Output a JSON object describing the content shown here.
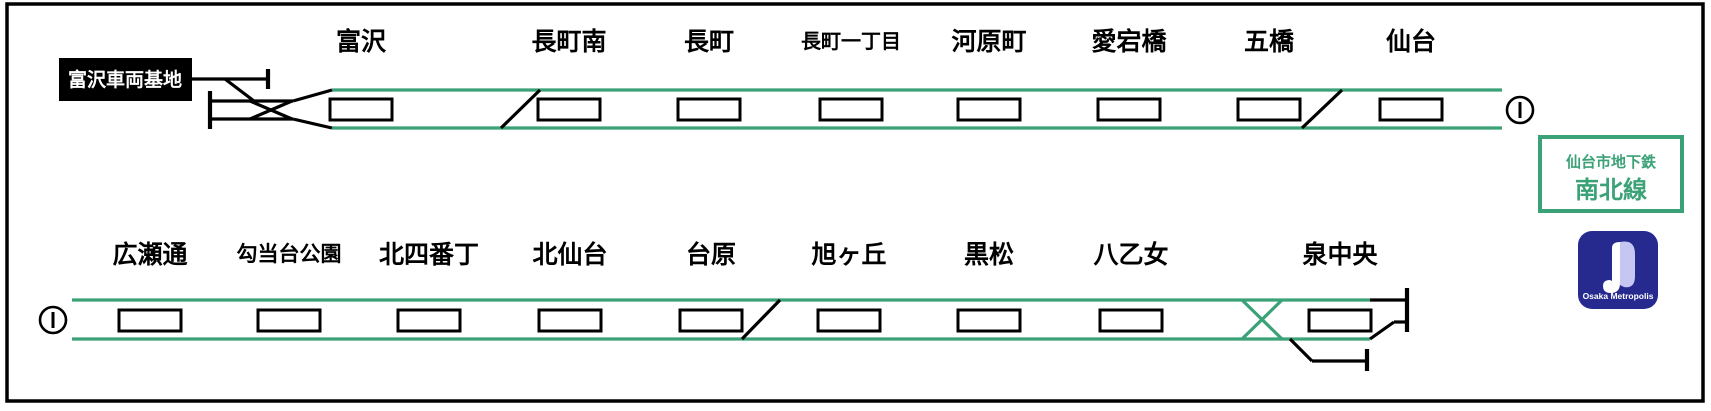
{
  "legend": {
    "operator": "仙台市地下鉄",
    "line_name": "南北線"
  },
  "depot": {
    "label": "富沢車両基地"
  },
  "top_row": {
    "stations": [
      "富沢",
      "長町南",
      "長町",
      "長町一丁目",
      "河原町",
      "愛宕橋",
      "五橋",
      "仙台"
    ],
    "end_marker": "①"
  },
  "bottom_row": {
    "start_marker": "①",
    "stations": [
      "広瀬通",
      "勾当台公園",
      "北四番丁",
      "北仙台",
      "台原",
      "旭ヶ丘",
      "黒松",
      "八乙女",
      "泉中央"
    ]
  },
  "logo": {
    "caption": "Osaka Metropolis",
    "bg_color": "#262a8f",
    "ribbon_shadow": "#c6c6f2"
  },
  "colors": {
    "line_green": "#3ba177",
    "track_black": "#000000"
  }
}
